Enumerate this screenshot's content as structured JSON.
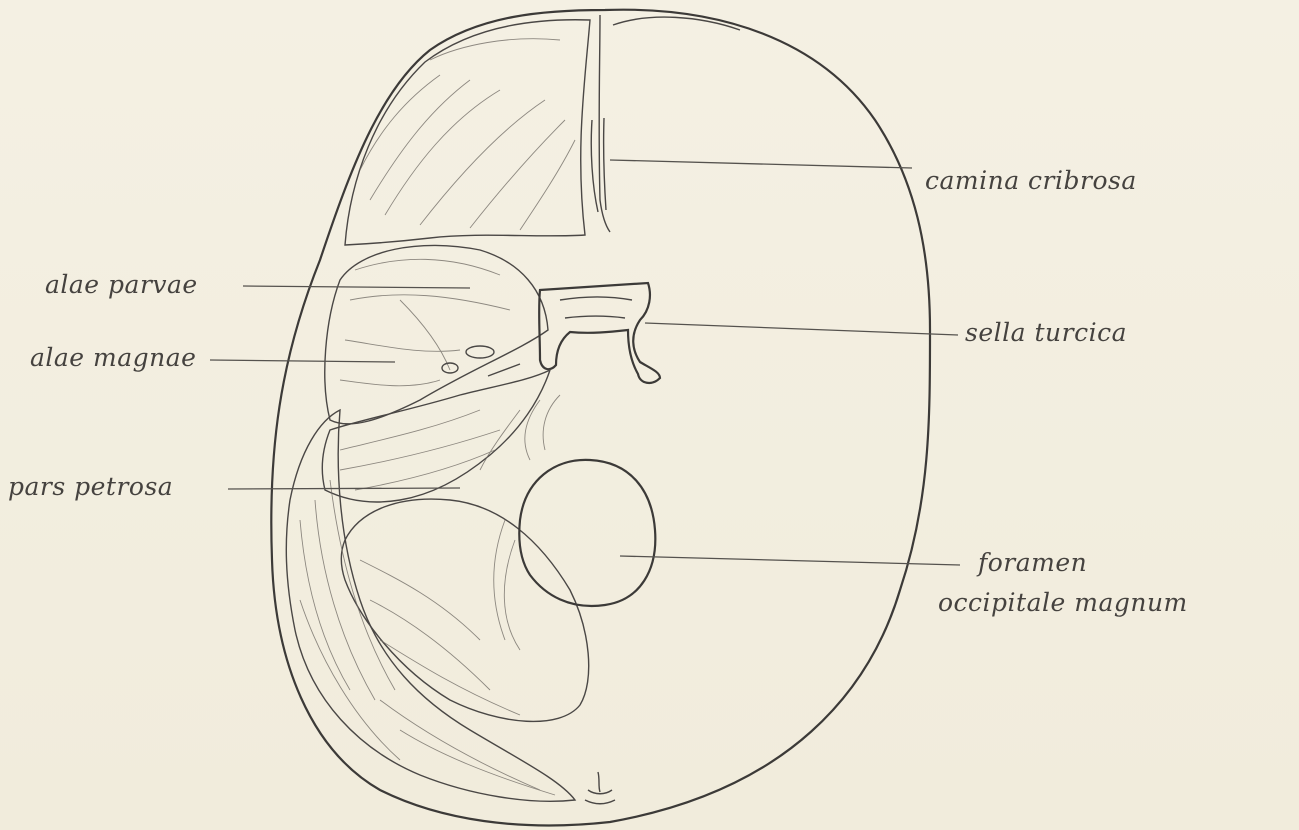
{
  "labels": {
    "lamina_cribrosa": "camina cribrosa",
    "alae_parvae": "alae parvae",
    "alae_magnae": "alae magnae",
    "sella_turcica": "sella turcica",
    "pars_petrosa": "pars petrosa",
    "foramen_line1": "foramen",
    "foramen_line2": "occipitale magnum"
  },
  "colors": {
    "paper": "#f3efe1",
    "ink": "#3c3a38"
  }
}
